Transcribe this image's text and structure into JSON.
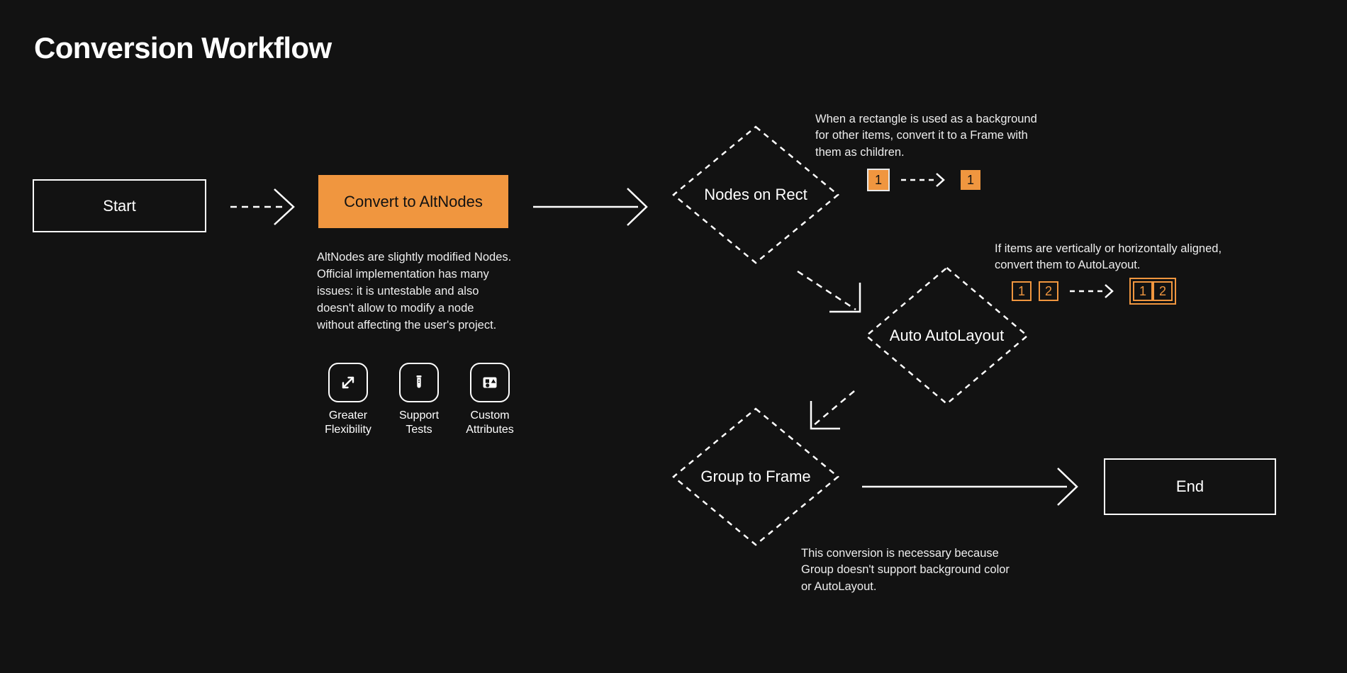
{
  "page": {
    "title": "Conversion Workflow",
    "background_color": "#121212",
    "accent_color": "#f0963f",
    "text_color": "#ffffff"
  },
  "nodes": {
    "start": {
      "label": "Start",
      "shape": "rectangle"
    },
    "convert": {
      "label": "Convert to AltNodes",
      "shape": "rectangle",
      "fill": "#f0963f"
    },
    "nodes_on_rect": {
      "label": "Nodes on Rect",
      "shape": "diamond"
    },
    "auto_autolayout": {
      "label": "Auto AutoLayout",
      "shape": "diamond"
    },
    "group_to_frame": {
      "label": "Group to Frame",
      "shape": "diamond"
    },
    "end": {
      "label": "End",
      "shape": "rectangle"
    }
  },
  "descriptions": {
    "convert": "AltNodes are slightly modified Nodes. Official implementation has many issues: it is untestable and also doesn't allow to modify a node without affecting the user's project."
  },
  "features": [
    {
      "icon": "expand-arrows-icon",
      "label": "Greater\nFlexibility",
      "line1": "Greater",
      "line2": "Flexibility"
    },
    {
      "icon": "test-tube-icon",
      "label": "Support\nTests",
      "line1": "Support",
      "line2": "Tests"
    },
    {
      "icon": "shapes-panel-icon",
      "label": "Custom\nAttributes",
      "line1": "Custom",
      "line2": "Attributes"
    }
  ],
  "annotations": {
    "nodes_on_rect": "When a rectangle is used as a background for other items, convert it to a Frame with them as children.",
    "auto_autolayout": "If items are vertically or horizontally aligned, convert them to AutoLayout.",
    "group_to_frame": "This conversion is necessary because Group doesn't support background color or AutoLayout."
  },
  "examples": {
    "nodes_on_rect": {
      "before": [
        "1"
      ],
      "after": [
        "1"
      ],
      "arrow": "dashed"
    },
    "auto_autolayout": {
      "before": [
        "1",
        "2"
      ],
      "after": [
        "1",
        "2"
      ],
      "arrow": "dashed"
    }
  },
  "edges": [
    {
      "from": "start",
      "to": "convert",
      "style": "dashed"
    },
    {
      "from": "convert",
      "to": "nodes_on_rect",
      "style": "solid"
    },
    {
      "from": "nodes_on_rect",
      "to": "auto_autolayout",
      "style": "dashed"
    },
    {
      "from": "auto_autolayout",
      "to": "group_to_frame",
      "style": "dashed"
    },
    {
      "from": "group_to_frame",
      "to": "end",
      "style": "solid"
    }
  ]
}
